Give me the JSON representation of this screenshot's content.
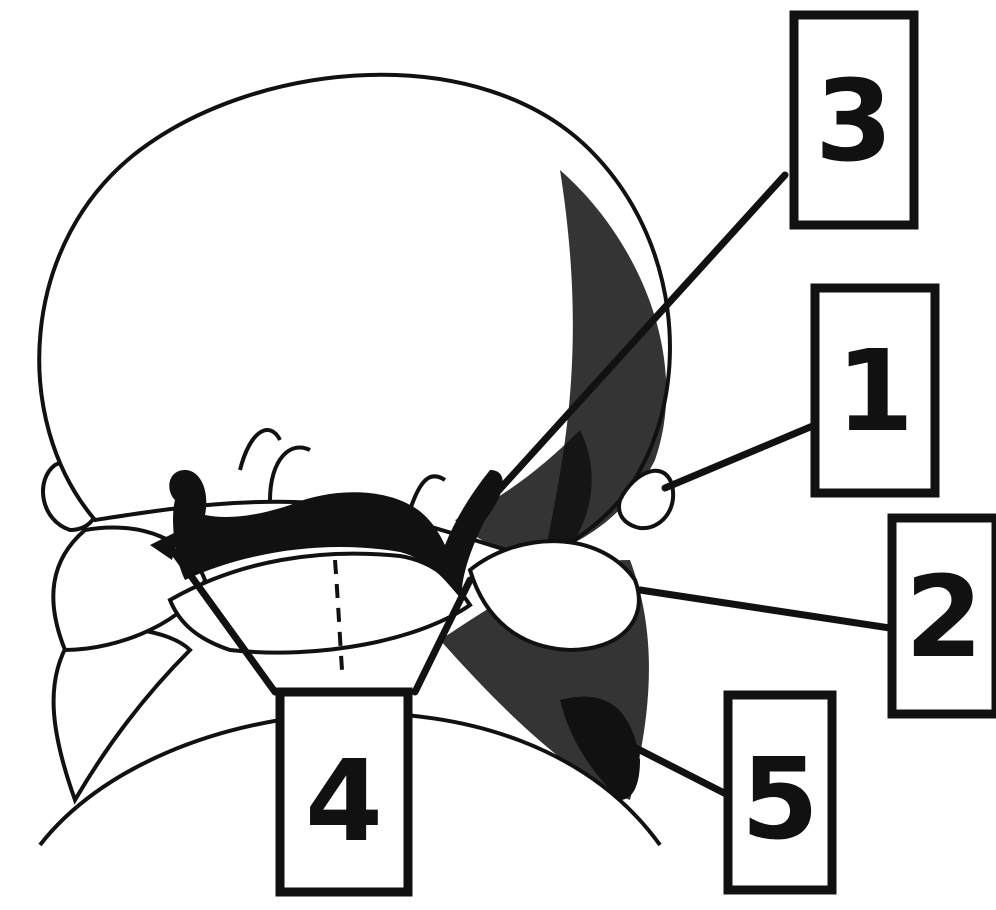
{
  "diagram": {
    "labels": [
      {
        "id": "1",
        "text": "1"
      },
      {
        "id": "2",
        "text": "2"
      },
      {
        "id": "3",
        "text": "3"
      },
      {
        "id": "4",
        "text": "4"
      },
      {
        "id": "5",
        "text": "5"
      }
    ]
  }
}
